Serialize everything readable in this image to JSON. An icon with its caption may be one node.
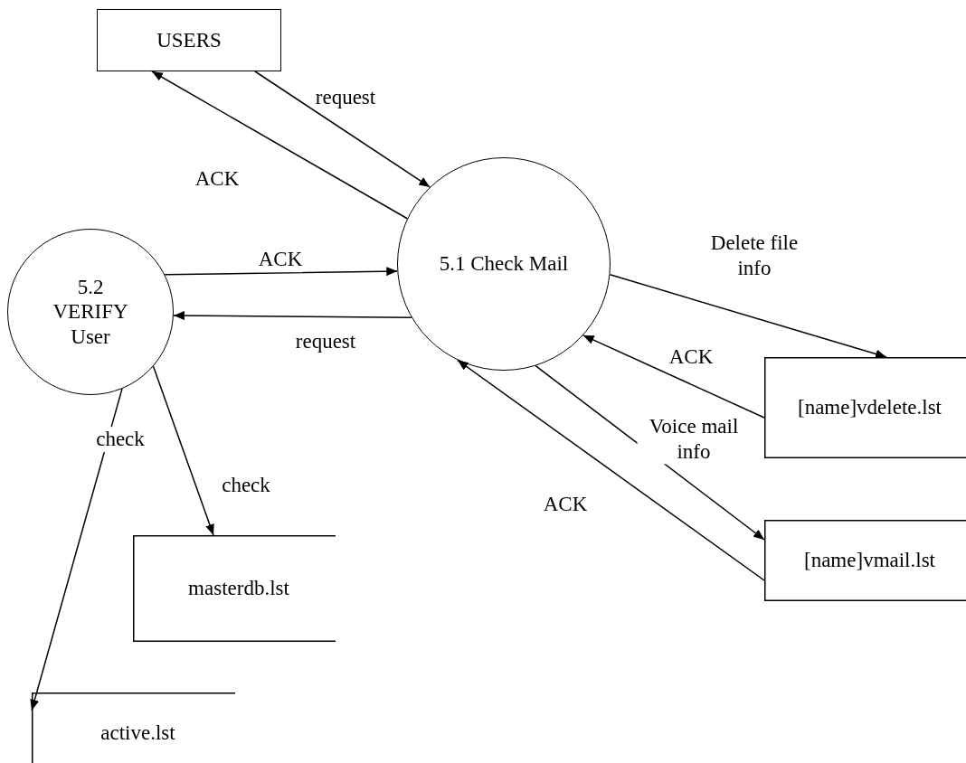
{
  "diagram": {
    "nodes": [
      {
        "text": [
          "USERS"
        ]
      },
      {
        "text": [
          "5.1 Check Mail"
        ]
      },
      {
        "text": [
          "5.2 VERIFY User"
        ]
      },
      {
        "text": [
          "[name]vdelete.lst"
        ]
      },
      {
        "text": [
          "[name]vmail.lst"
        ]
      },
      {
        "text": [
          "masterdb.lst"
        ]
      },
      {
        "text": [
          "active.lst"
        ]
      }
    ],
    "edges": [
      {
        "from": 1,
        "to": 0,
        "arrow": "to",
        "label": "ACK"
      },
      {
        "from": 0,
        "to": 1,
        "arrow": "to",
        "label": "request"
      },
      {
        "from": 2,
        "to": 1,
        "arrow": "to",
        "label": "ACK"
      },
      {
        "from": 1,
        "to": 2,
        "arrow": "to",
        "label": "request"
      },
      {
        "from": 1,
        "to": 3,
        "arrow": "to",
        "label": "Delete file info"
      },
      {
        "from": 3,
        "to": 1,
        "arrow": "to",
        "label": "ACK"
      },
      {
        "from": 1,
        "to": 4,
        "arrow": "to",
        "label": "Voice mail info"
      },
      {
        "from": 4,
        "to": 1,
        "arrow": "to",
        "label": "ACK"
      },
      {
        "from": 2,
        "to": 5,
        "arrow": "to",
        "label": "check"
      },
      {
        "from": 2,
        "to": 6,
        "arrow": "to",
        "label": "check"
      }
    ]
  }
}
